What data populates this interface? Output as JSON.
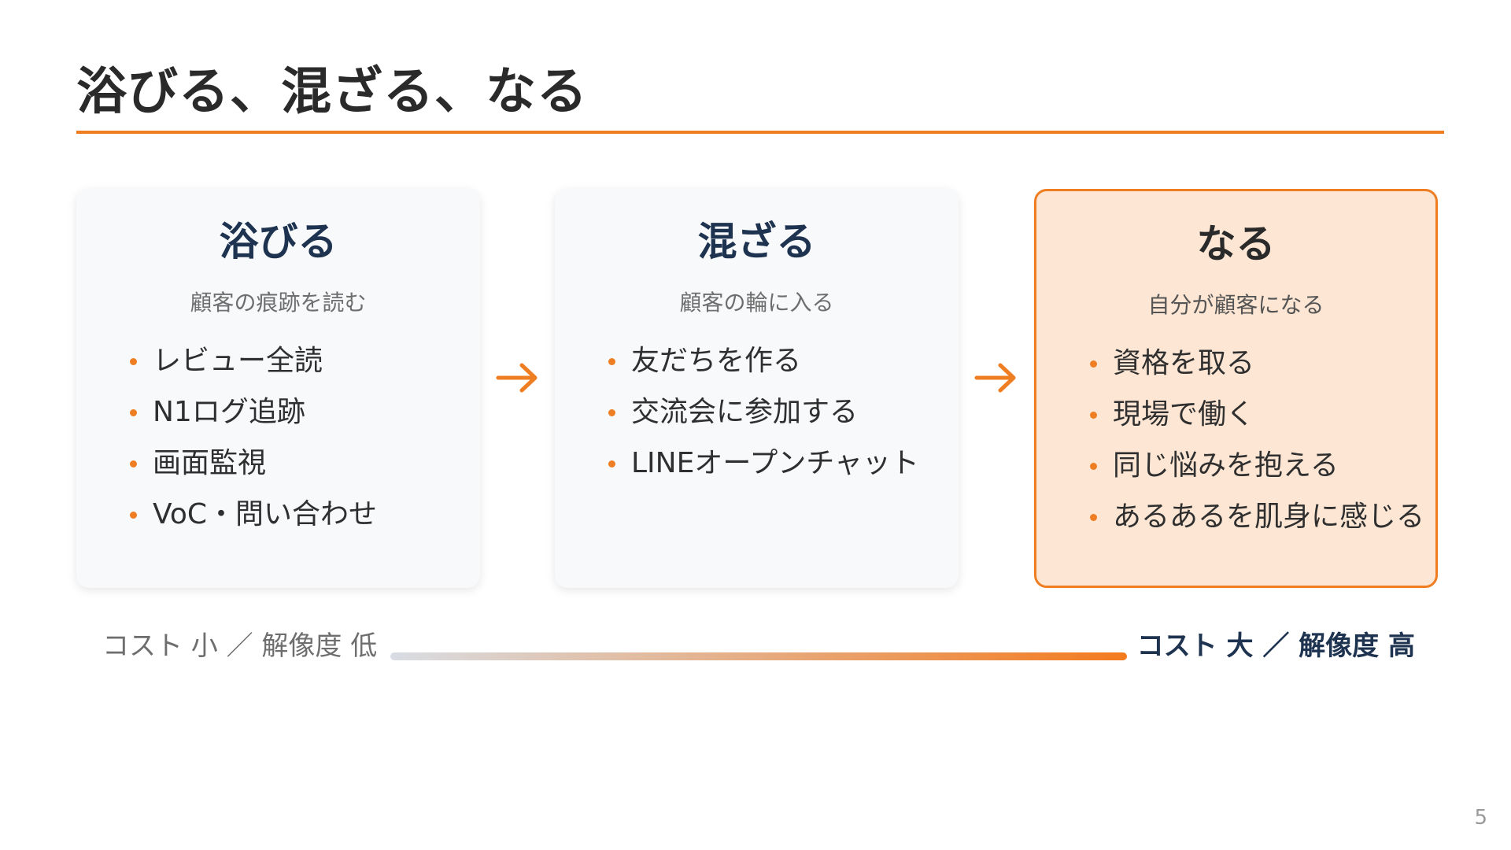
{
  "slide": {
    "title": "浴びる、混ざる、なる",
    "page_number": "5"
  },
  "colors": {
    "accent": "#ef7d22",
    "card_background": "#f7f9fb",
    "highlight_background": "#fde6d4",
    "heading_navy": "#1e3350"
  },
  "cards": [
    {
      "title": "浴びる",
      "subtitle": "顧客の痕跡を読む",
      "items": [
        "レビュー全読",
        "N1ログ追跡",
        "画面監視",
        "VoC・問い合わせ"
      ]
    },
    {
      "title": "混ざる",
      "subtitle": "顧客の輪に入る",
      "items": [
        "友だちを作る",
        "交流会に参加する",
        "LINEオープンチャット"
      ]
    },
    {
      "title": "なる",
      "subtitle": "自分が顧客になる",
      "items": [
        "資格を取る",
        "現場で働く",
        "同じ悩みを抱える",
        "あるあるを肌身に感じる"
      ]
    }
  ],
  "scale": {
    "low_label": "コスト 小 ／ 解像度 低",
    "high_label": "コスト 大 ／ 解像度 高"
  },
  "icons": {
    "flow_arrow": "arrow-right-icon"
  }
}
